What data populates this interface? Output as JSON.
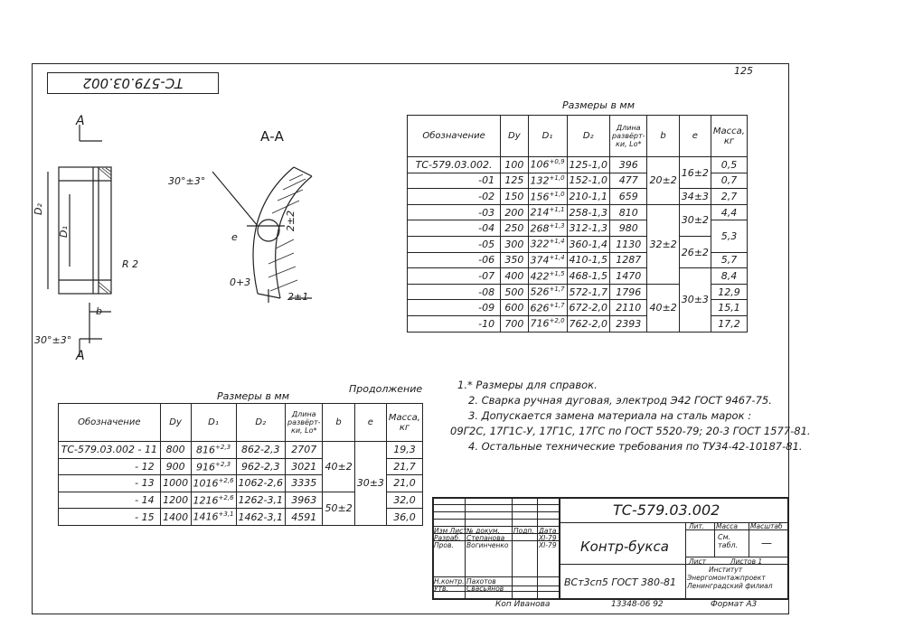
{
  "drawing_code_rotated": "ТС-579.03.002",
  "sheet_number": "125",
  "view_labels": {
    "arrow_a_top": "А",
    "arrow_a_bottom": "А",
    "section": "А-А"
  },
  "drawing_labels": {
    "d2": "D₂",
    "d1": "D₁",
    "r": "R 2",
    "b": "b",
    "chamfer_left": "30°±3°",
    "chamfer_top": "30°±3°",
    "e": "e",
    "dim_2a": "2±2",
    "dim_0_3": "0+3",
    "dim_2b": "2±1"
  },
  "table1": {
    "caption": "Размеры в мм",
    "headers": {
      "designation": "Обозначение",
      "dy": "Dy",
      "d1": "D₁",
      "d2": "D₂",
      "length": "Длина развёрт-ки, Lo*",
      "b": "b",
      "e": "e",
      "mass": "Масса, кг"
    },
    "rows": [
      {
        "des": "ТС-579.03.002.",
        "dy": "100",
        "d1": "106",
        "d1t": "+0,9",
        "d2": "125-1,0",
        "lo": "396",
        "mass": "0,5"
      },
      {
        "des": "-01",
        "dy": "125",
        "d1": "132",
        "d1t": "+1,0",
        "d2": "152-1,0",
        "lo": "477",
        "mass": "0,7"
      },
      {
        "des": "-02",
        "dy": "150",
        "d1": "156",
        "d1t": "+1,0",
        "d2": "210-1,1",
        "lo": "659",
        "mass": "2,7"
      },
      {
        "des": "-03",
        "dy": "200",
        "d1": "214",
        "d1t": "+1,1",
        "d2": "258-1,3",
        "lo": "810",
        "mass": "4,4"
      },
      {
        "des": "-04",
        "dy": "250",
        "d1": "268",
        "d1t": "+1,3",
        "d2": "312-1,3",
        "lo": "980",
        "mass": ""
      },
      {
        "des": "-05",
        "dy": "300",
        "d1": "322",
        "d1t": "+1,4",
        "d2": "360-1,4",
        "lo": "1130",
        "mass": ""
      },
      {
        "des": "-06",
        "dy": "350",
        "d1": "374",
        "d1t": "+1,4",
        "d2": "410-1,5",
        "lo": "1287",
        "mass": "5,7"
      },
      {
        "des": "-07",
        "dy": "400",
        "d1": "422",
        "d1t": "+1,5",
        "d2": "468-1,5",
        "lo": "1470",
        "mass": "8,4"
      },
      {
        "des": "-08",
        "dy": "500",
        "d1": "526",
        "d1t": "+1,7",
        "d2": "572-1,7",
        "lo": "1796",
        "mass": "12,9"
      },
      {
        "des": "-09",
        "dy": "600",
        "d1": "626",
        "d1t": "+1,7",
        "d2": "672-2,0",
        "lo": "2110",
        "mass": "15,1"
      },
      {
        "des": "-10",
        "dy": "700",
        "d1": "716",
        "d1t": "+2,0",
        "d2": "762-2,0",
        "lo": "2393",
        "mass": "17,2"
      }
    ],
    "merged": {
      "b_20": "20±2",
      "b_32": "32±2",
      "b_40": "40±2",
      "e_16": "16±2",
      "e_34": "34±3",
      "e_30a": "30±2",
      "e_26": "26±2",
      "e_30b": "30±3",
      "mass_53": "5,3"
    }
  },
  "table2": {
    "caption": "Размеры в мм",
    "continuation": "Продолжение",
    "headers": {
      "designation": "Обозначение",
      "dy": "Dy",
      "d1": "D₁",
      "d2": "D₂",
      "length": "Длина развёрт-ки, Lo*",
      "b": "b",
      "e": "e",
      "mass": "Масса, кг"
    },
    "rows": [
      {
        "des": "ТС-579.03.002 - 11",
        "dy": "800",
        "d1": "816",
        "d1t": "+2,3",
        "d2": "862-2,3",
        "lo": "2707",
        "mass": "19,3"
      },
      {
        "des": "- 12",
        "dy": "900",
        "d1": "916",
        "d1t": "+2,3",
        "d2": "962-2,3",
        "lo": "3021",
        "mass": "21,7"
      },
      {
        "des": "- 13",
        "dy": "1000",
        "d1": "1016",
        "d1t": "+2,6",
        "d2": "1062-2,6",
        "lo": "3335",
        "mass": "21,0"
      },
      {
        "des": "- 14",
        "dy": "1200",
        "d1": "1216",
        "d1t": "+2,6",
        "d2": "1262-3,1",
        "lo": "3963",
        "mass": "32,0"
      },
      {
        "des": "- 15",
        "dy": "1400",
        "d1": "1416",
        "d1t": "+3,1",
        "d2": "1462-3,1",
        "lo": "4591",
        "mass": "36,0"
      }
    ],
    "merged": {
      "b_40": "40±2",
      "b_50": "50±2",
      "e_30": "30±3"
    }
  },
  "notes": [
    "1.* Размеры для справок.",
    "2. Сварка ручная дуговая, электрод Э42 ГОСТ 9467-75.",
    "3. Допускается замена материала на сталь марок :",
    "09Г2С, 17Г1С-У, 17Г1С, 17ГС по ГОСТ 5520-79; 20-3 ГОСТ 1577-81.",
    "4. Остальные технические требования по ТУ34-42-10187-81."
  ],
  "title_block": {
    "code": "ТС-579.03.002",
    "name": "Контр-букса",
    "material": "ВСт3сп5 ГОСТ 380-81",
    "lit": "Лит.",
    "mass_h": "Масса",
    "scale_h": "Масштаб",
    "mass_v": "См. табл.",
    "scale_v": "—",
    "sheet": "Лист",
    "sheets": "Листов 1",
    "org1": "Институт",
    "org2": "Энергомонтажпроект",
    "org3": "Ленинградский филиал",
    "rows": [
      {
        "role": "Изм Лист",
        "name": "№ докум.",
        "sign": "Подп.",
        "date": "Дата"
      },
      {
        "role": "Разраб.",
        "name": "Степанова",
        "sign": "",
        "date": "XI-79"
      },
      {
        "role": "Пров.",
        "name": "Вогинченко",
        "sign": "",
        "date": "XI-79"
      },
      {
        "role": "Н.контр.",
        "name": "Пахотов",
        "sign": "",
        "date": ""
      },
      {
        "role": "Утв.",
        "name": "Свасьянов",
        "sign": "",
        "date": ""
      }
    ],
    "copy": "Коп Иванова",
    "number": "13348-06 92",
    "format": "Формат А3"
  }
}
